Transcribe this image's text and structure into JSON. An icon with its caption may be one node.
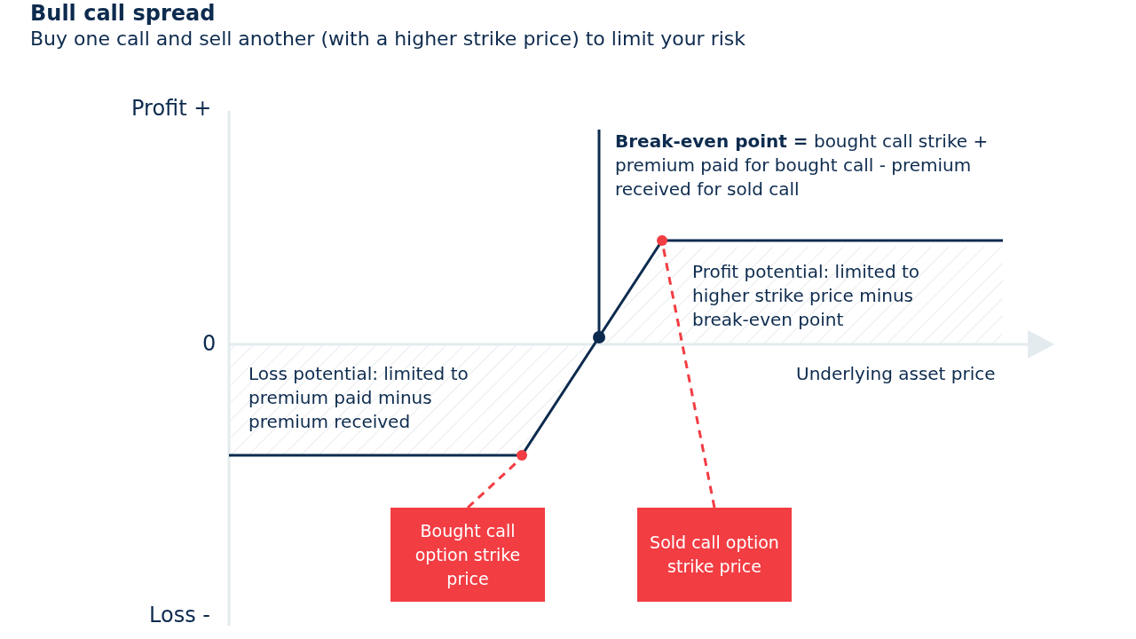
{
  "diagram": {
    "title": "Bull call spread",
    "nodes": [
      {
        "text": [
          "Bought call option strike price"
        ]
      },
      {
        "text": [
          "Sold call option strike price"
        ]
      },
      {
        "text": [],
        "shape": "circle"
      },
      {
        "text": [],
        "shape": "circle"
      },
      {
        "text": [
          "**Break-even point =** bought call strike + premium paid for bought call - premium received for sold call"
        ]
      },
      {
        "text": [],
        "shape": "circle"
      }
    ],
    "edges": [
      {
        "from": 0,
        "to": 2,
        "arrow": "none",
        "style": "dashed"
      },
      {
        "from": 1,
        "to": 3,
        "arrow": "none",
        "style": "dashed"
      },
      {
        "from": 4,
        "to": 5,
        "arrow": "none",
        "color": "#0d2b4e"
      }
    ],
    "labels": [
      "Buy one call and sell another (with a higher strike price) to limit your risk",
      "Profit +",
      "0",
      "Loss -",
      "Profit potential: limited to higher strike price minus break-even point",
      "Underlying asset price",
      "Loss potential: limited to premium paid minus premium received"
    ]
  }
}
